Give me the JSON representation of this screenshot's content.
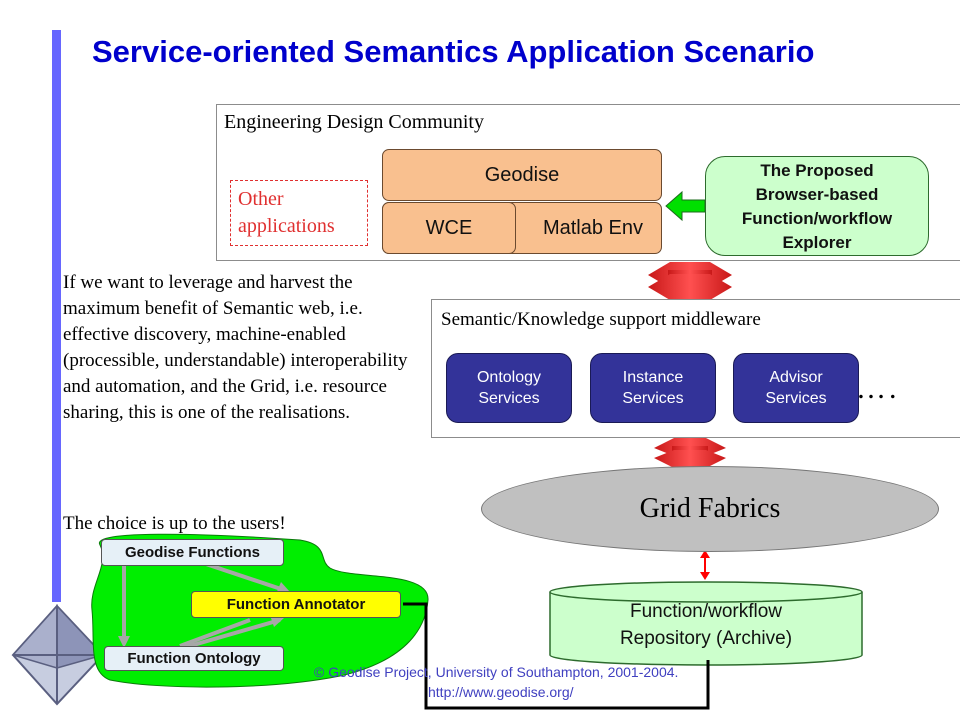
{
  "title": "Service-oriented Semantics Application Scenario",
  "engineering_community": {
    "label": "Engineering Design Community",
    "other_apps": "Other applications",
    "geodise": "Geodise",
    "wce": "WCE",
    "matlab": "Matlab Env",
    "explorer_lines": [
      "The Proposed",
      "Browser-based",
      "Function/workflow",
      "Explorer"
    ]
  },
  "middleware": {
    "label": "Semantic/Knowledge support middleware",
    "services": [
      {
        "line1": "Ontology",
        "line2": "Services"
      },
      {
        "line1": "Instance",
        "line2": "Services"
      },
      {
        "line1": "Advisor",
        "line2": "Services"
      }
    ],
    "ellipsis": "…."
  },
  "grid_fabrics": "Grid Fabrics",
  "repository": {
    "line1": "Function/workflow",
    "line2": "Repository (Archive)"
  },
  "body_text": "If we want to leverage and harvest the maximum benefit of Semantic web, i.e. effective discovery, machine-enabled (processible, understandable) interoperability and automation, and the Grid, i.e. resource sharing, this is one of the realisations.",
  "choice_text": "The choice is up to the users!",
  "functions": {
    "geodise_functions": "Geodise Functions",
    "annotator": "Function Annotator",
    "ontology": "Function Ontology"
  },
  "footer": {
    "line1": "© Geodise Project, University of Southampton, 2001-2004.",
    "line2": "http://www.geodise.org/"
  },
  "colors": {
    "title": "#0000cc",
    "accent_bar": "#6666ff",
    "peach": "#f9c08f",
    "service_blue": "#333399",
    "explorer_green": "#ccffcc",
    "blob_green": "#00ee00",
    "arrow_red": "#ff3333",
    "annotator_yellow": "#ffff00"
  }
}
